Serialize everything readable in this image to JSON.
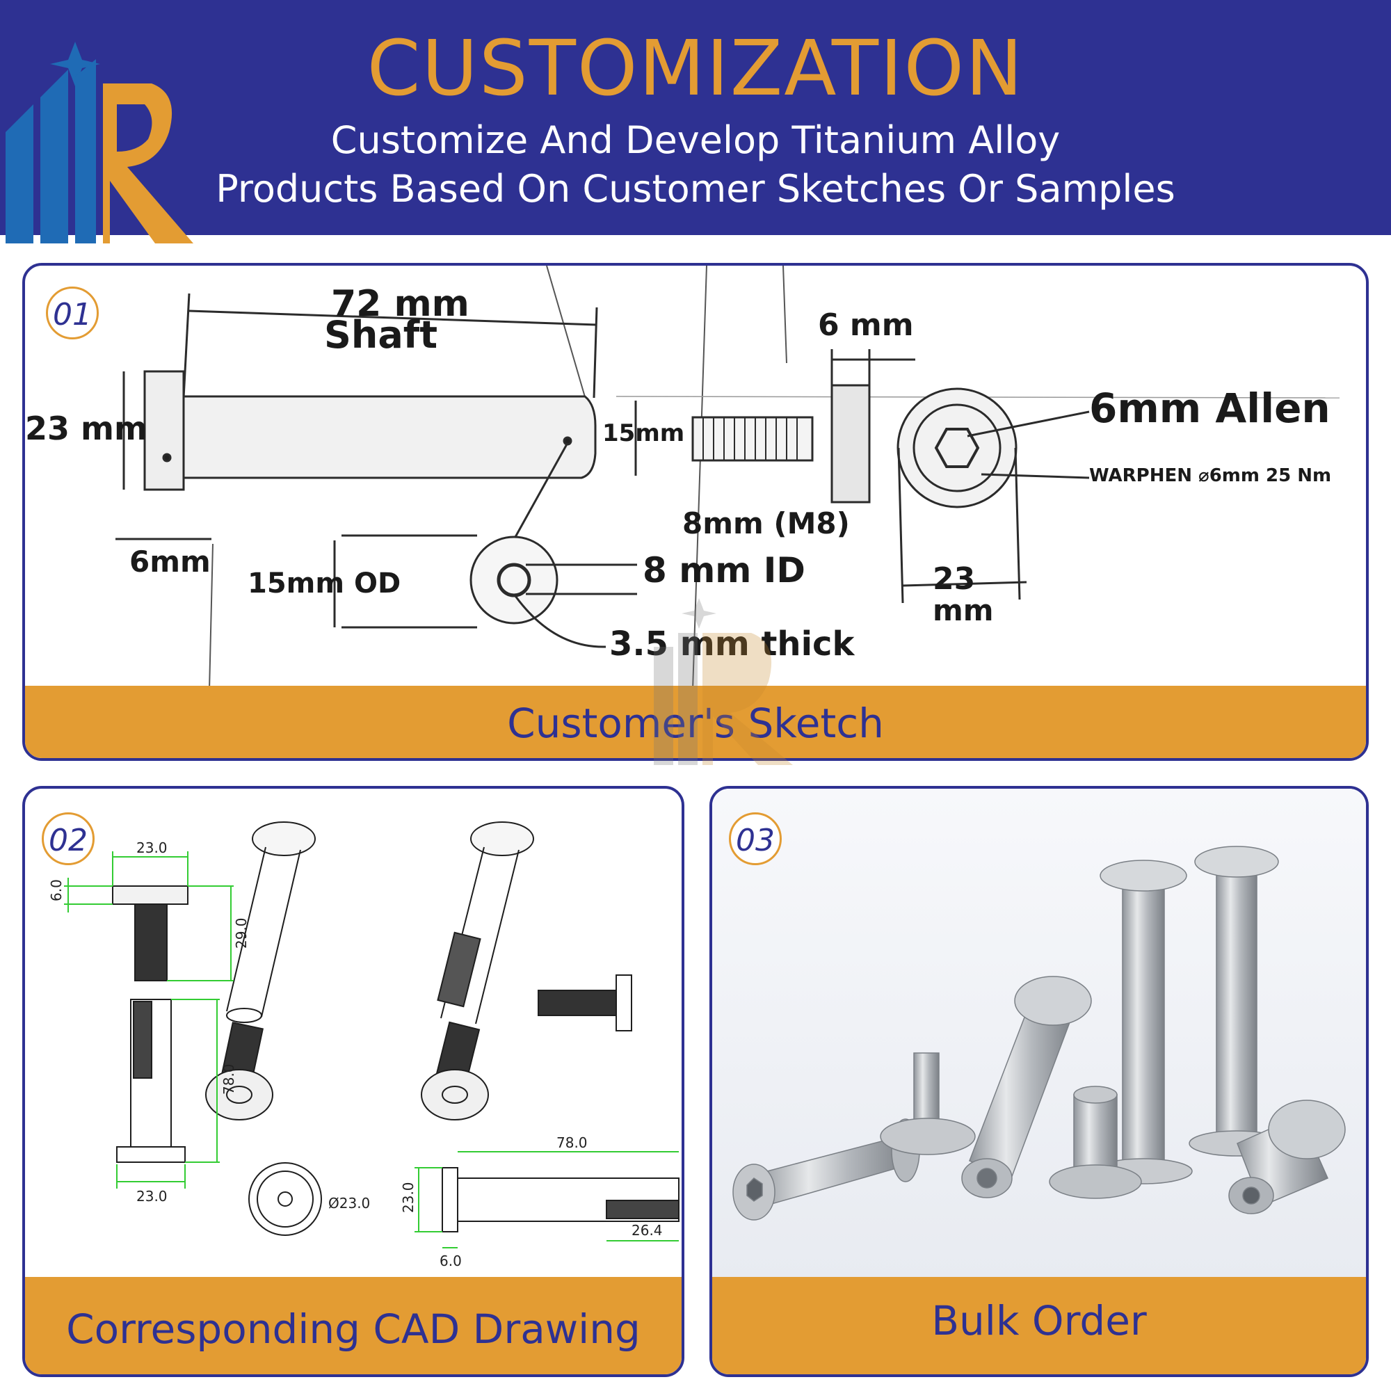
{
  "header": {
    "title": "CUSTOMIZATION",
    "subtitle_line1": "Customize And Develop Titanium Alloy",
    "subtitle_line2": "Products Based On Customer Sketches Or Samples"
  },
  "colors": {
    "navy": "#2e3192",
    "orange": "#e39c33",
    "cad_green": "#33cc33"
  },
  "panels": [
    {
      "number": "01",
      "caption": "Customer's Sketch",
      "sketch_labels": {
        "shaft_length": "72 mm",
        "shaft_word": "Shaft",
        "head_dia": "23 mm",
        "head_thick": "6mm",
        "shaft_dia": "15mm",
        "bolt_head_thick": "6 mm",
        "bolt_thread": "8mm (M8)",
        "allen": "6mm Allen",
        "marking": "WARPHEN ⌀6mm 25 Nm",
        "washer_od": "15mm OD",
        "washer_id": "8 mm ID",
        "washer_thick": "3.5 mm thick",
        "cap_dia_a": "23",
        "cap_dia_b": "mm"
      }
    },
    {
      "number": "02",
      "caption": "Corresponding CAD Drawing",
      "cad_dims": {
        "bolt_head_width": "23.0",
        "bolt_head_height": "6.0",
        "bolt_length": "29.0",
        "sleeve_length": "78.0",
        "sleeve_width": "23.0",
        "cap_dia": "Ø23.0",
        "side_length": "78.0",
        "side_height": "23.0",
        "side_head": "6.0",
        "side_thread": "26.4"
      }
    },
    {
      "number": "03",
      "caption": "Bulk Order"
    }
  ]
}
